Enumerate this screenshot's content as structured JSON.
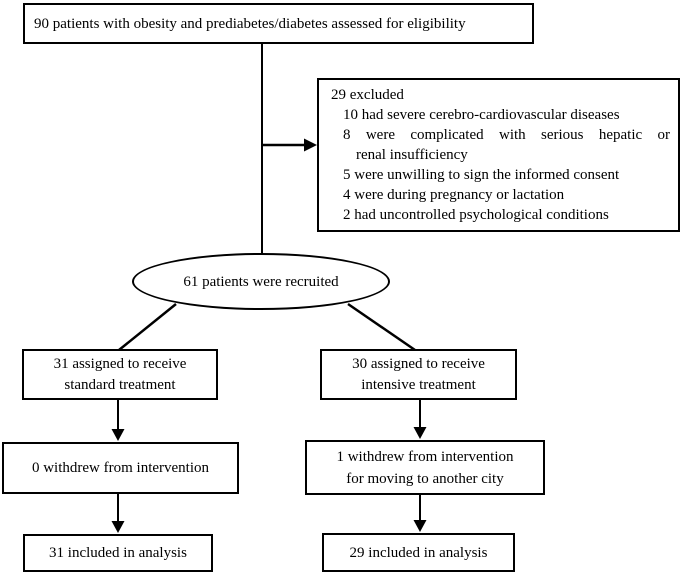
{
  "colors": {
    "line": "#000000",
    "background": "#ffffff",
    "text": "#000000"
  },
  "assessed": {
    "text": "90 patients with obesity and prediabetes/diabetes assessed for eligibility"
  },
  "excluded": {
    "title": "29 excluded",
    "lines": [
      "10 had severe cerebro-cardiovascular diseases",
      "8 were complicated with serious hepatic or",
      "renal insufficiency",
      "5 were unwilling to sign the informed consent",
      "4 were during pregnancy or lactation",
      "2 had uncontrolled psychological conditions"
    ]
  },
  "recruited": {
    "text": "61 patients were recruited"
  },
  "standard_arm": {
    "assigned_line1": "31 assigned to receive",
    "assigned_line2": "standard treatment",
    "withdrew_line1": "0 withdrew from intervention",
    "analysis": "31 included in analysis"
  },
  "intensive_arm": {
    "assigned_line1": "30 assigned to receive",
    "assigned_line2": "intensive treatment",
    "withdrew_line1": "1 withdrew from intervention",
    "withdrew_line2": "for moving to another city",
    "analysis": "29 included in analysis"
  }
}
